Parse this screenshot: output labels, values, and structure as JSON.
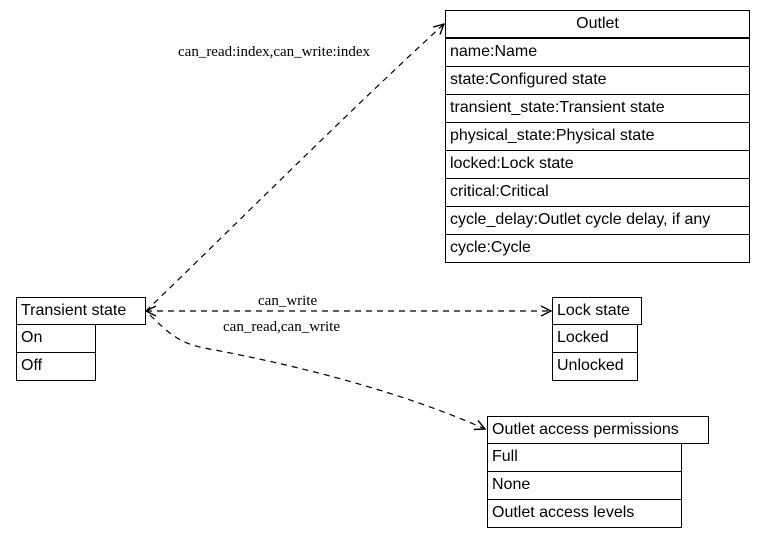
{
  "outlet": {
    "title": "Outlet",
    "fields": [
      "name:Name",
      "state:Configured state",
      "transient_state:Transient state",
      "physical_state:Physical state",
      "locked:Lock state",
      "critical:Critical",
      "cycle_delay:Outlet cycle delay, if any",
      "cycle:Cycle"
    ]
  },
  "transient_state": {
    "title": "Transient state",
    "values": [
      "On",
      "Off"
    ]
  },
  "lock_state": {
    "title": "Lock state",
    "values": [
      "Locked",
      "Unlocked"
    ]
  },
  "outlet_access": {
    "title": "Outlet access permissions",
    "values": [
      "Full",
      "None",
      "Outlet access levels"
    ]
  },
  "edges": {
    "to_outlet": "can_read:index,can_write:index",
    "to_lock_state": "can_write",
    "to_outlet_access": "can_read,can_write"
  }
}
